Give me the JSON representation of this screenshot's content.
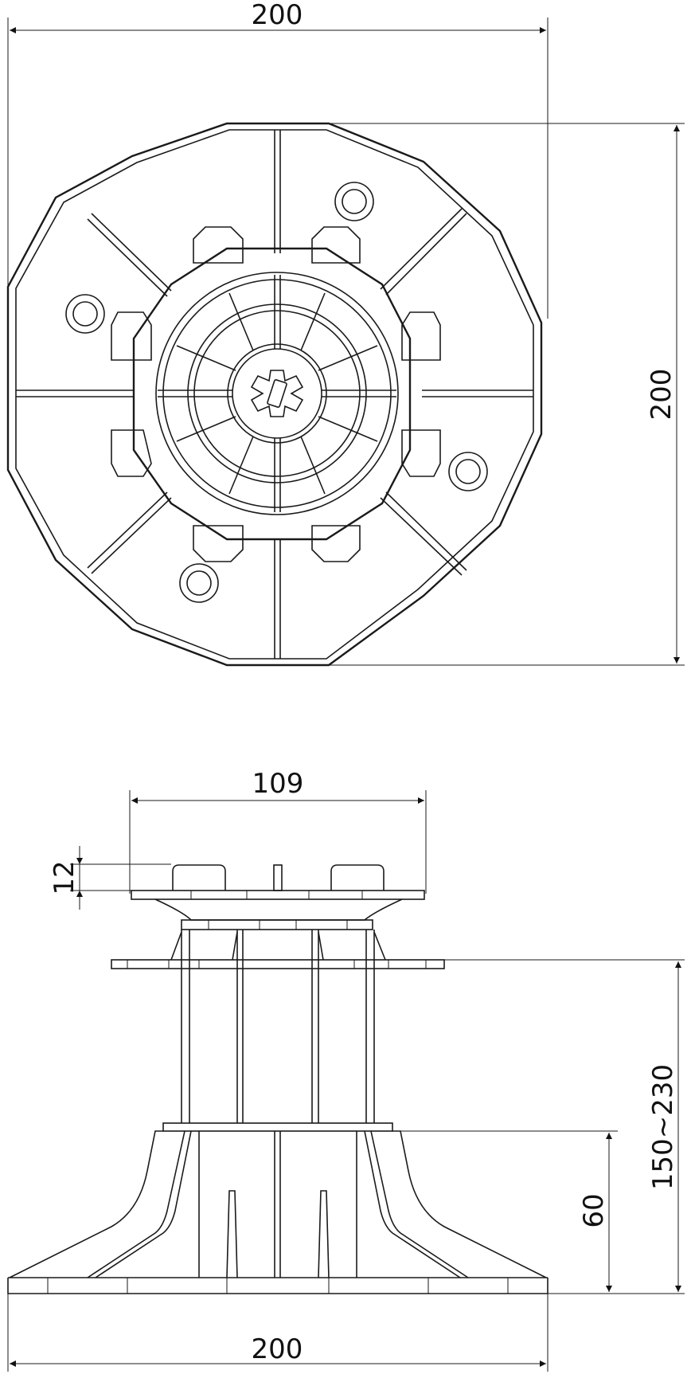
{
  "dimensions": {
    "top_width": "200",
    "top_height": "200",
    "plate_width": "109",
    "plate_thickness": "12",
    "height_range": "150~230",
    "base_height": "60",
    "base_width": "200"
  },
  "colors": {
    "line": "#1a1a1a",
    "background": "#ffffff"
  }
}
